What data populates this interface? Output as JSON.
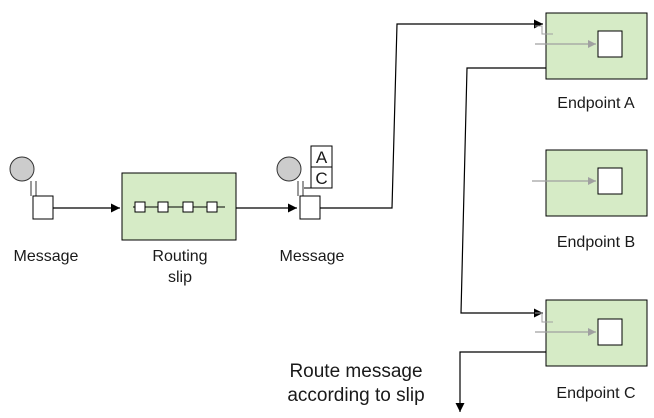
{
  "message_left": {
    "label": "Message"
  },
  "routing_slip": {
    "label_line1": "Routing",
    "label_line2": "slip"
  },
  "message_middle": {
    "label": "Message",
    "slip_entries": [
      "A",
      "C"
    ]
  },
  "endpoints": [
    {
      "label": "Endpoint A"
    },
    {
      "label": "Endpoint B"
    },
    {
      "label": "Endpoint C"
    }
  ],
  "route_note": {
    "line1": "Route message",
    "line2": "according to slip"
  },
  "colors": {
    "box_fill": "#d6ebc6",
    "circle_fill": "#cccccc",
    "gray_arrow": "#a0a0a0",
    "line": "#000000"
  }
}
